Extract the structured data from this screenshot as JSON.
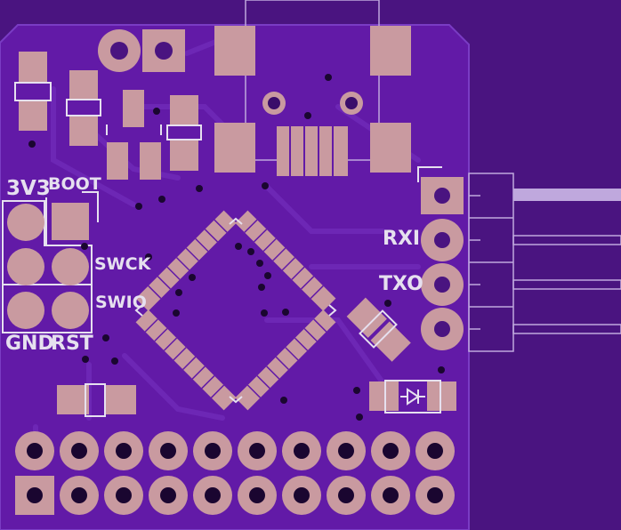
{
  "board": {
    "labels": {
      "3v3": "3V3",
      "boot": "BOOT",
      "swck": "SWCK",
      "swio": "SWIO",
      "gnd": "GND",
      "rst": "RST",
      "rxi": "RXI",
      "txo": "TXO"
    },
    "colors": {
      "background": "#4a1480",
      "board_mask": "#621aa7",
      "copper_pad": "#c99aa0",
      "silkscreen": "#e6e0ef",
      "outline": "#bfa8dd",
      "trace": "#6d27b5"
    },
    "header_pin_count": 20
  }
}
